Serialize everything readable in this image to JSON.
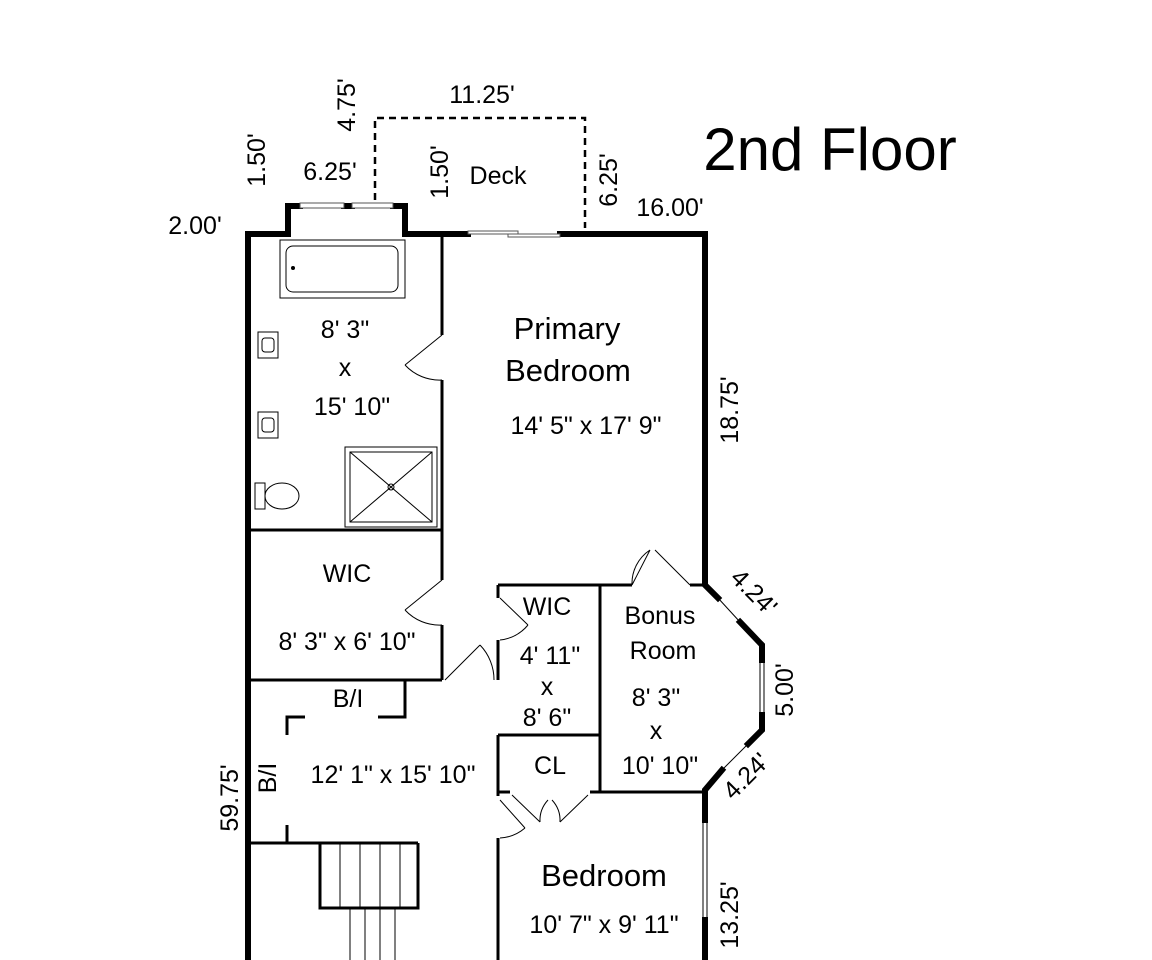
{
  "title": "2nd Floor",
  "deck": {
    "label": "Deck",
    "width": "11.25'",
    "left_depth": "4.75'",
    "right_depth": "6.25'",
    "inner": "1.50'"
  },
  "dimensions": {
    "top_left_offset": "1.50'",
    "bump_width": "6.25'",
    "left_return": "2.00'",
    "top_right": "16.00'",
    "right_upper": "18.75'",
    "bay_upper": "4.24'",
    "bay_middle": "5.00'",
    "bay_lower": "4.24'",
    "right_lower": "13.25'",
    "left_total": "59.75'"
  },
  "rooms": {
    "bath": {
      "line1": "8' 3\"",
      "line2": "x",
      "line3": "15' 10\""
    },
    "primary": {
      "name1": "Primary",
      "name2": "Bedroom",
      "size": "14' 5\" x 17' 9\""
    },
    "wic1": {
      "name": "WIC",
      "size": "8' 3\" x 6' 10\""
    },
    "wic2": {
      "name": "WIC",
      "line1": "4' 11\"",
      "line2": "x",
      "line3": "8' 6\""
    },
    "bonus": {
      "name1": "Bonus",
      "name2": "Room",
      "line1": "8' 3\"",
      "line2": "x",
      "line3": "10' 10\""
    },
    "hall": {
      "bi_top": "B/I",
      "bi_side": "B/I",
      "size": "12' 1\" x 15' 10\""
    },
    "closet": {
      "name": "CL"
    },
    "bedroom": {
      "name": "Bedroom",
      "size": "10' 7\" x 9' 11\""
    }
  }
}
